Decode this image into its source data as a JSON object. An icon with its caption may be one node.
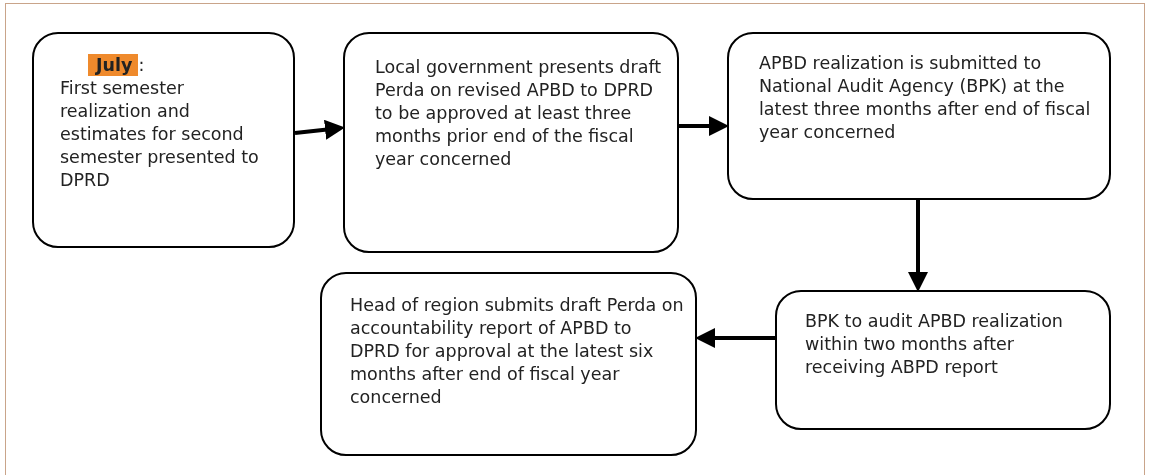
{
  "diagram": {
    "nodes": [
      {
        "text": [
          "**July**:",
          "First semester realization and estimates for second semester presented to DPRD"
        ]
      },
      {
        "text": [
          "Local government presents draft Perda on revised APBD to DPRD to be approved at least three months prior end of the fiscal year concerned"
        ]
      },
      {
        "text": [
          "APBD realization is submitted to National Audit Agency (BPK) at the latest three months after end of fiscal year concerned"
        ]
      },
      {
        "text": [
          "BPK to audit APBD realization within two months after receiving ABPD report"
        ]
      },
      {
        "text": [
          "Head of region submits draft Perda on accountability report of APBD to DPRD for approval at the latest six months after end of fiscal year concerned"
        ]
      }
    ],
    "edges": [
      {
        "from": 0,
        "to": 1,
        "arrow": "to"
      },
      {
        "from": 1,
        "to": 2,
        "arrow": "to"
      },
      {
        "from": 2,
        "to": 3,
        "arrow": "to"
      },
      {
        "from": 3,
        "to": 4,
        "arrow": "to"
      }
    ]
  }
}
